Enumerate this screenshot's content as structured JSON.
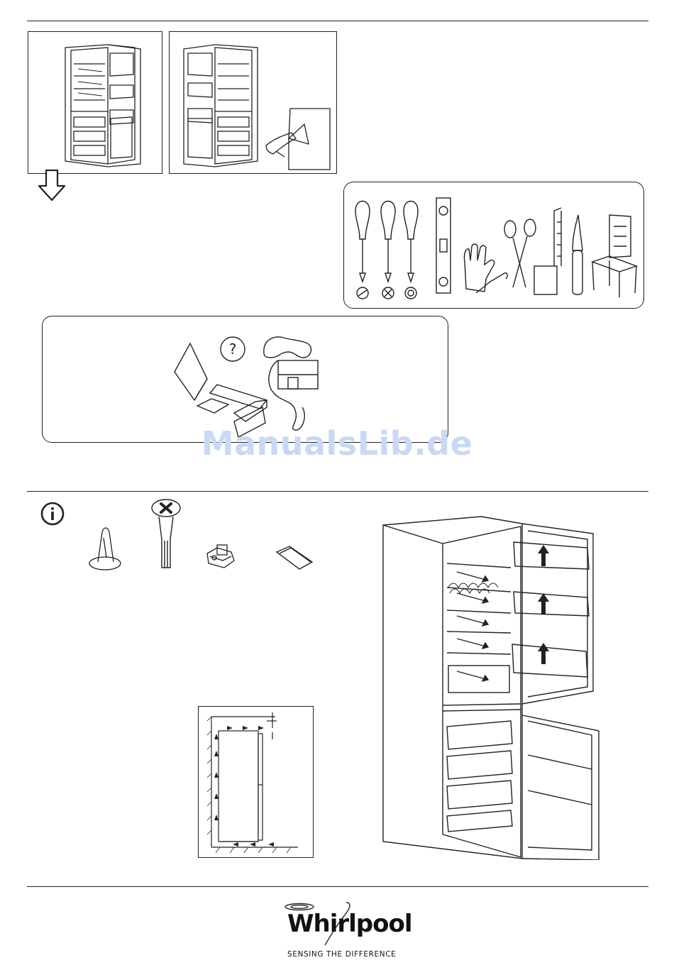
{
  "watermark": {
    "text": "ManualsLib.de"
  },
  "brand": {
    "name": "Whirlpool",
    "tagline": "SENSING THE DIFFERENCE"
  },
  "icons": {
    "arrow": "down-arrow-icon",
    "info": "info-icon",
    "help": "question-icon"
  },
  "colors": {
    "line": "#222222",
    "watermark": "#c9d9f3"
  }
}
